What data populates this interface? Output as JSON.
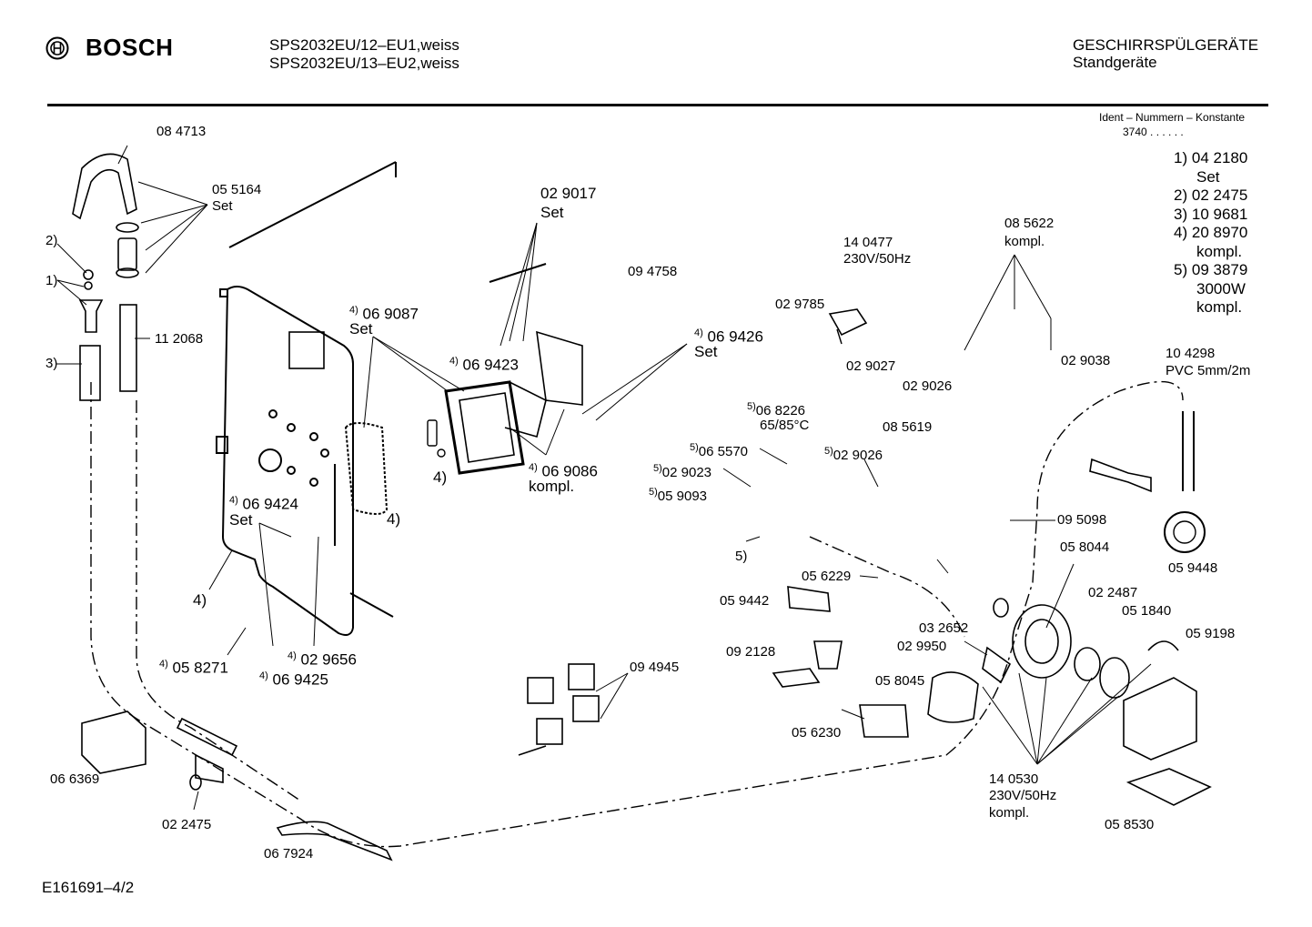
{
  "header": {
    "brand": "BOSCH",
    "model_line_1": "SPS2032EU/12–EU1,weiss",
    "model_line_2": "SPS2032EU/13–EU2,weiss",
    "category": "GESCHIRRSPÜLGERÄTE",
    "subcategory": "Standgeräte",
    "ident_title": "Ident – Nummern – Konstante",
    "ident_value": "3740 . . . . . .",
    "footer_code": "E161691–4/2"
  },
  "legend": [
    {
      "key": "1)",
      "lines": [
        "04 2180",
        "Set"
      ]
    },
    {
      "key": "2)",
      "lines": [
        "02 2475"
      ]
    },
    {
      "key": "3)",
      "lines": [
        "10 9681"
      ]
    },
    {
      "key": "4)",
      "lines": [
        "20 8970",
        "kompl."
      ]
    },
    {
      "key": "5)",
      "lines": [
        "09 3879",
        "3000W",
        "kompl."
      ]
    }
  ],
  "labels": {
    "p084713": "08 4713",
    "p055164": "05 5164",
    "p055164_set": "Set",
    "fn2_left": "2)",
    "fn1_left": "1)",
    "fn3_left": "3)",
    "p112068": "11 2068",
    "p029017": "02 9017",
    "p029017_set": "Set",
    "p094758": "09 4758",
    "p140477": "14 0477",
    "p140477_v": "230V/50Hz",
    "p085622": "08 5622",
    "p085622_k": "kompl.",
    "p029785": "02 9785",
    "p029027": "02 9027",
    "p029026a": "02 9026",
    "p029038": "02 9038",
    "p104298": "10 4298",
    "p104298_d": "PVC 5mm/2m",
    "sup4": "4)",
    "sup5": "5)",
    "p069087": "06 9087",
    "p069087_set": "Set",
    "p069423": "06 9423",
    "p069426": "06 9426",
    "p069426_set": "Set",
    "fn4_mid": "4)",
    "p069086": "06 9086",
    "p069086_k": "kompl.",
    "p068226": "06 8226",
    "p068226_t": "65/85°C",
    "p085619": "08 5619",
    "p065570": "06 5570",
    "p029026b": "02 9026",
    "p029023": "02 9023",
    "p059093": "05 9093",
    "p069424": "06 9424",
    "p069424_set": "Set",
    "fn4_frame": "4)",
    "fn4_lower": "4)",
    "p095098": "09 5098",
    "p058044": "05 8044",
    "p059448": "05 9448",
    "fn5_lower": "5)",
    "p056229": "05 6229",
    "p059442": "05 9442",
    "p022487": "02 2487",
    "p051840": "05 1840",
    "p032652": "03 2652",
    "p059198": "05 9198",
    "p029950": "02 9950",
    "p092128": "09 2128",
    "p058271": "05 8271",
    "p029656": "02 9656",
    "p069425": "06 9425",
    "p094945": "09 4945",
    "p058045": "05 8045",
    "p056230": "05 6230",
    "p066369": "06 6369",
    "p022475": "02 2475",
    "p067924": "06 7924",
    "p140530": "14 0530",
    "p140530_v": "230V/50Hz",
    "p140530_k": "kompl.",
    "p058530": "05 8530"
  }
}
